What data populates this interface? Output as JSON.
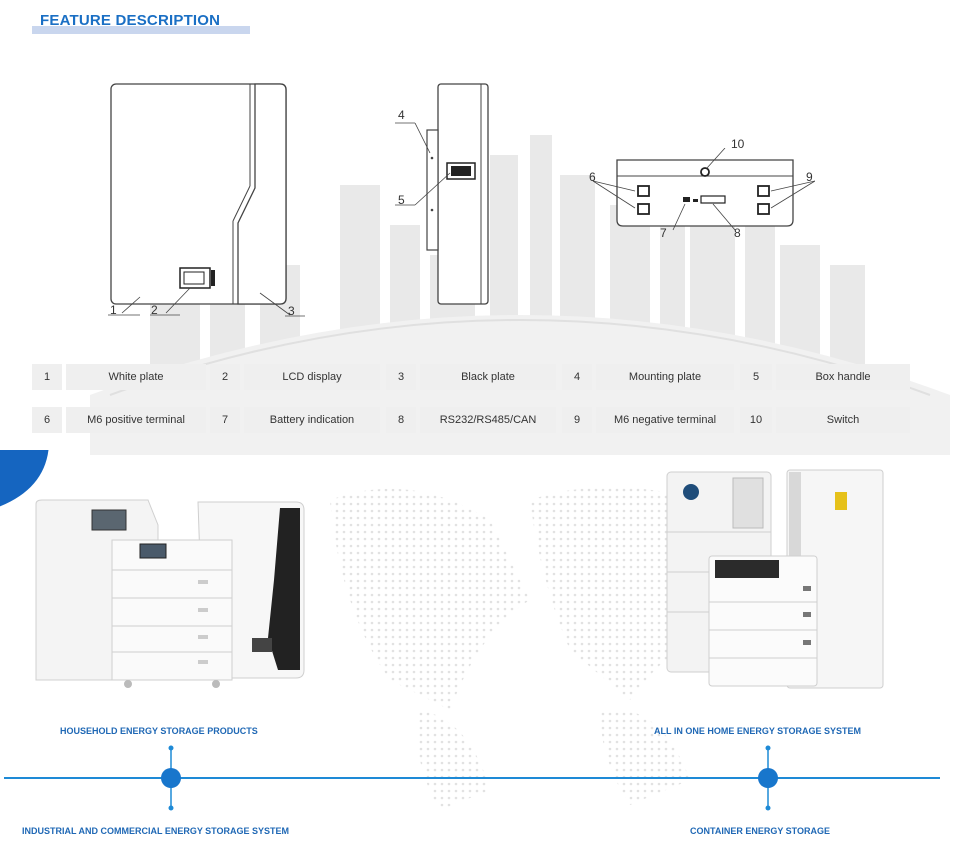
{
  "header": {
    "title": "FEATURE DESCRIPTION"
  },
  "diagram": {
    "callouts": [
      "1",
      "2",
      "3",
      "4",
      "5",
      "6",
      "7",
      "8",
      "9",
      "10"
    ]
  },
  "features": [
    {
      "num": "1",
      "name": "White plate"
    },
    {
      "num": "2",
      "name": "LCD display"
    },
    {
      "num": "3",
      "name": "Black plate"
    },
    {
      "num": "4",
      "name": "Mounting plate"
    },
    {
      "num": "5",
      "name": "Box handle"
    },
    {
      "num": "6",
      "name": "M6 positive terminal"
    },
    {
      "num": "7",
      "name": "Battery indication"
    },
    {
      "num": "8",
      "name": "RS232/RS485/CAN"
    },
    {
      "num": "9",
      "name": "M6 negative terminal"
    },
    {
      "num": "10",
      "name": "Switch"
    }
  ],
  "products": {
    "household": "HOUSEHOLD ENERGY STORAGE PRODUCTS",
    "all_in_one": "ALL IN ONE HOME ENERGY STORAGE SYSTEM",
    "industrial": "INDUSTRIAL AND COMMERCIAL ENERGY STORAGE SYSTEM",
    "container": "CONTAINER ENERGY STORAGE"
  },
  "colors": {
    "accent": "#1a6fc4",
    "timeline": "#1e8ad6",
    "cell_bg": "#efefef"
  }
}
